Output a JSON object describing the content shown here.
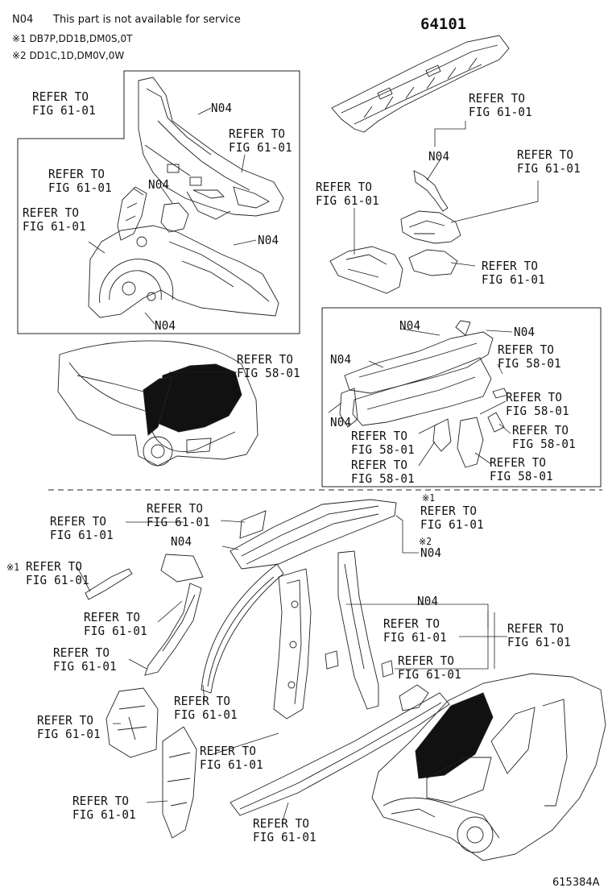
{
  "header": {
    "code": "N04",
    "note": "This part is not available for service",
    "fn1": "※1 DB7P,DD1B,DM0S,0T",
    "fn2": "※2 DD1C,1D,DM0V,0W"
  },
  "part_number": "64101",
  "image_id": "615384A",
  "labels": {
    "refer": "REFER TO",
    "fig6101": "FIG 61-01",
    "fig5801": "FIG 58-01",
    "n04": "N04",
    "mark1": "※1",
    "mark2": "※2"
  }
}
